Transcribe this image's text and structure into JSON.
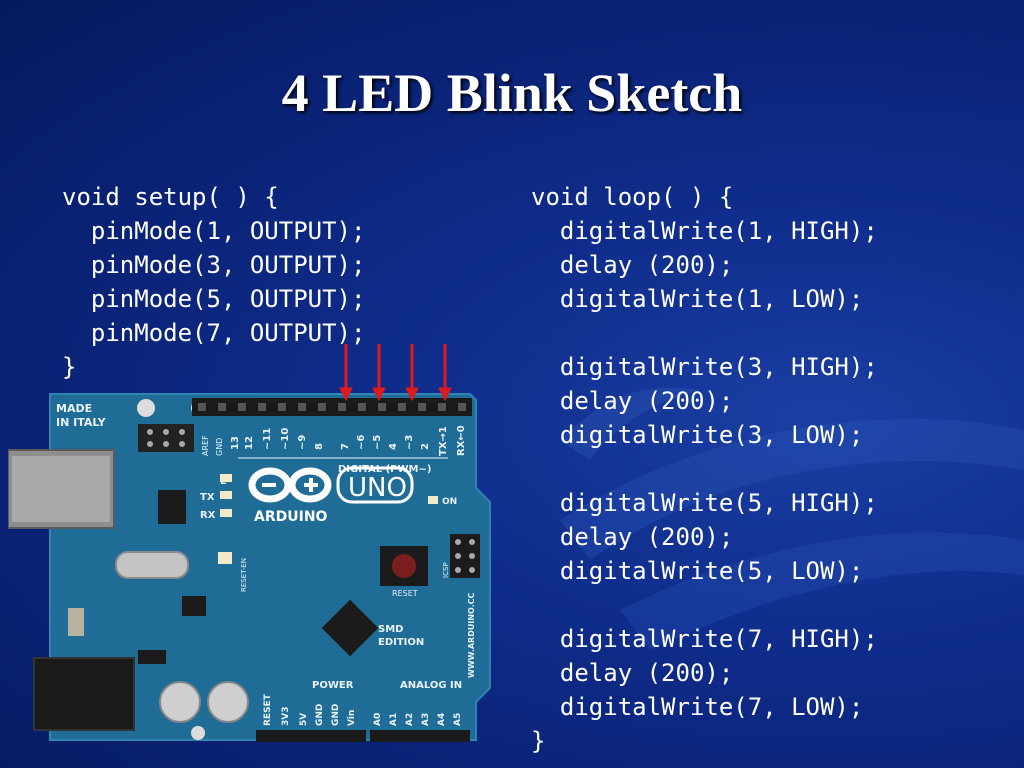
{
  "slide": {
    "title": "4 LED Blink Sketch",
    "setup_code": [
      "void setup( ) {",
      "  pinMode(1, OUTPUT);",
      "  pinMode(3, OUTPUT);",
      "  pinMode(5, OUTPUT);",
      "  pinMode(7, OUTPUT);",
      "}"
    ],
    "loop_code": [
      "void loop( ) {",
      "  digitalWrite(1, HIGH);",
      "  delay (200);",
      "  digitalWrite(1, LOW);",
      "",
      "  digitalWrite(3, HIGH);",
      "  delay (200);",
      "  digitalWrite(3, LOW);",
      "",
      "  digitalWrite(5, HIGH);",
      "  delay (200);",
      "  digitalWrite(5, LOW);",
      "",
      "  digitalWrite(7, HIGH);",
      "  delay (200);",
      "  digitalWrite(7, LOW);",
      "}"
    ]
  },
  "board": {
    "made_in": "MADE",
    "in_italy": "IN ITALY",
    "brand": "ARDUINO",
    "model": "UNO",
    "digital_label": "DIGITAL (PWM~)",
    "power_label": "POWER",
    "analog_label": "ANALOG IN",
    "reset_label": "RESET",
    "icsp_label": "ICSP",
    "on_label": "ON",
    "tx_label": "TX",
    "rx_label": "RX",
    "l_label": "L",
    "smd_label": "SMD",
    "edition_label": "EDITION",
    "website": "WWW.ARDUINO.CC",
    "aref_label": "AREF",
    "gnd_label": "GND",
    "reset_en_label": "RESET-EN",
    "digital_pins": [
      "13",
      "12",
      "~11",
      "~10",
      "~9",
      "8",
      "7",
      "~6",
      "~5",
      "4",
      "~3",
      "2",
      "TX→1",
      "RX←0"
    ],
    "power_pins": [
      "RESET",
      "3V3",
      "5V",
      "GND",
      "GND",
      "Vin"
    ],
    "analog_pins": [
      "A0",
      "A1",
      "A2",
      "A3",
      "A4",
      "A5"
    ],
    "arrow_color": "#e01a1a",
    "pcb_color": "#1f6d96"
  }
}
